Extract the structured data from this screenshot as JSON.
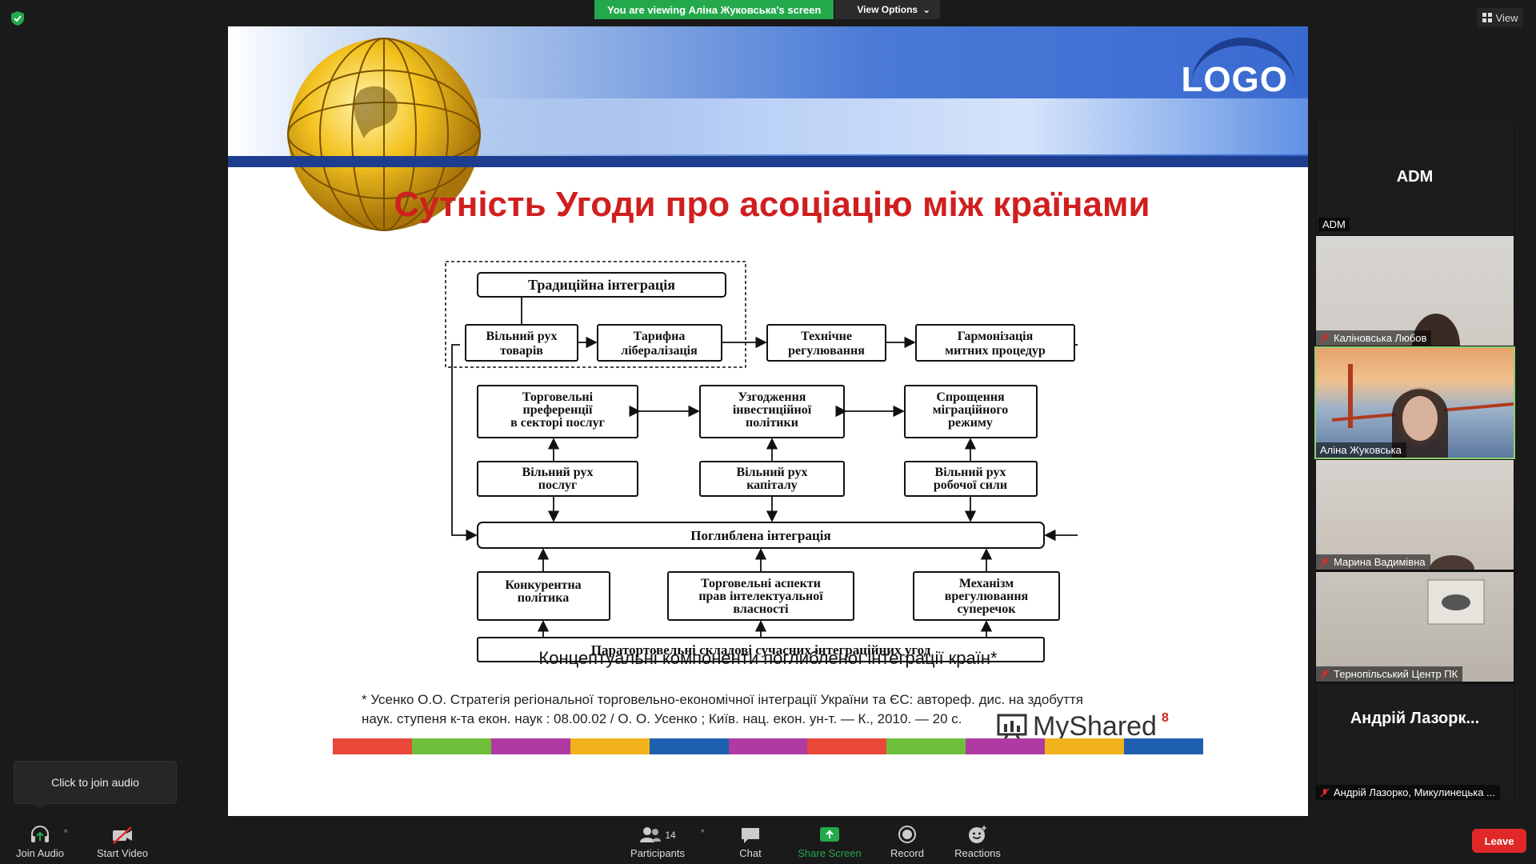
{
  "banner": {
    "viewing": "You are viewing Аліна Жуковська's screen",
    "view_options": "View Options"
  },
  "top_view": "View",
  "slide": {
    "logo": "LOGO",
    "title": "Сутність Угоди про асоціацію між країнами",
    "diagram": {
      "traditional": "Традиційна інтеграція",
      "free_goods": [
        "Вільний рух",
        "товарів"
      ],
      "tariff": [
        "Тарифна",
        "лібералізація"
      ],
      "tech": [
        "Технічне",
        "регулювання"
      ],
      "customs": [
        "Гармонізація",
        "митних процедур"
      ],
      "trade_pref": [
        "Торговельні",
        "преференції",
        "в секторі послуг"
      ],
      "invest": [
        "Узгодження",
        "інвестиційної",
        "політики"
      ],
      "migration": [
        "Спрощення",
        "міграційного",
        "режиму"
      ],
      "free_services": [
        "Вільний рух",
        "послуг"
      ],
      "free_capital": [
        "Вільний рух",
        "капіталу"
      ],
      "free_labour": [
        "Вільний рух",
        "робочої сили"
      ],
      "deep": "Поглиблена інтеграція",
      "competition": [
        "Конкурентна",
        "політика"
      ],
      "ip": [
        "Торговельні аспекти",
        "прав інтелектуальної",
        "власності"
      ],
      "disputes": [
        "Механізм",
        "врегулювання",
        "суперечок"
      ],
      "para": "Паратортовельні складові сучасних інтеграційних угод"
    },
    "caption": "Концептуальні компоненти поглибленої інтеграції країн*",
    "footnote_1": "* Усенко О.О. Стратегія регіональної торговельно-економічної інтеграції України та ЄС: автореф. дис. на здобуття",
    "footnote_2": "наук. ступеня к-та екон. наук : 08.00.02 / О. О. Усенко ; Київ. нац. екон. ун-т. — К., 2010. — 20 с.",
    "watermark": "MyShared",
    "slide_number": "8",
    "colorbar": [
      "#e8473a",
      "#6fbf3a",
      "#b03aa4",
      "#f2b21b",
      "#1f5fb0",
      "#b03aa4",
      "#e8473a",
      "#6fbf3a",
      "#b03aa4",
      "#f2b21b",
      "#1f5fb0"
    ]
  },
  "participants": {
    "adm_big": "ADM",
    "adm_tag": "ADM",
    "tiles": [
      {
        "name": "Каліновська Любов",
        "muted": true
      },
      {
        "name": "Аліна Жуковська",
        "muted": false
      },
      {
        "name": "Марина Вадимівна",
        "muted": true
      },
      {
        "name": "Тернопільський Центр ПК",
        "muted": true
      }
    ],
    "last_big": "Андрій Лазорк...",
    "last_name": "Андрій Лазорко, Микулинецька ..."
  },
  "toolbar": {
    "join_audio": "Join Audio",
    "start_video": "Start Video",
    "participants": "Participants",
    "participants_count": "14",
    "chat": "Chat",
    "share_screen": "Share Screen",
    "record": "Record",
    "reactions": "Reactions",
    "leave": "Leave",
    "tooltip": "Click to join audio"
  },
  "colors": {
    "accent_green": "#23a94b",
    "leave_red": "#e02828",
    "title_red": "#d01f1f"
  }
}
